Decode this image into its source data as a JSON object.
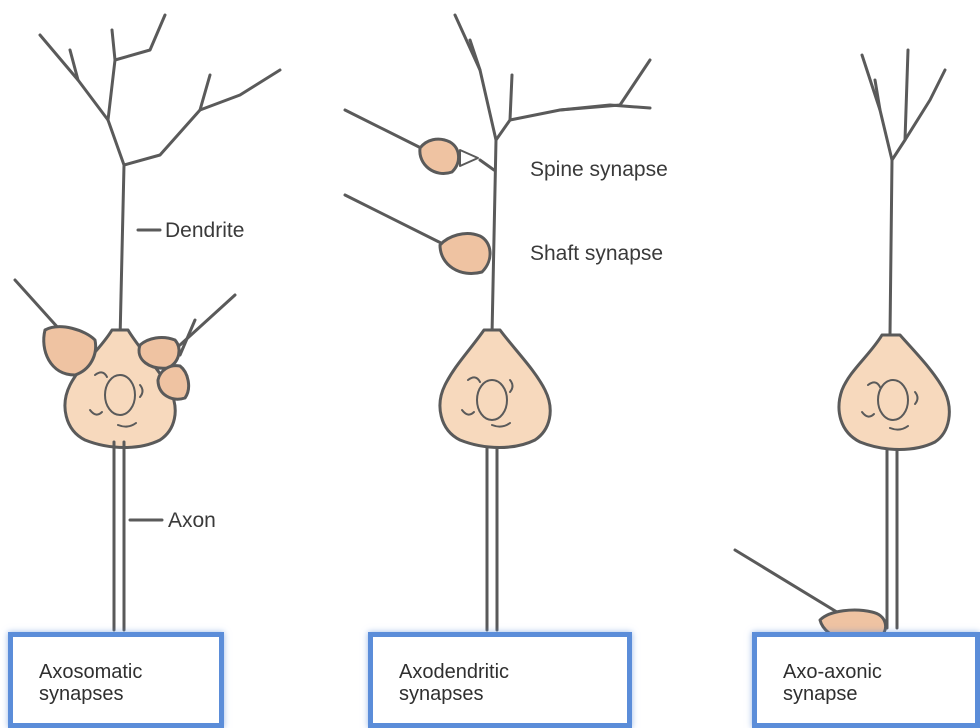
{
  "labels": {
    "dendrite": "Dendrite",
    "axon": "Axon",
    "spine_synapse": "Spine synapse",
    "shaft_synapse": "Shaft synapse"
  },
  "captions": [
    {
      "line1": "Axosomatic",
      "line2": "synapses"
    },
    {
      "line1": "Axodendritic",
      "line2": "synapses"
    },
    {
      "line1": "Axo-axonic",
      "line2": "synapse"
    }
  ],
  "colors": {
    "cell_fill": "#f7d9bd",
    "terminal_fill": "#efc3a2",
    "outline": "#5a5a5a",
    "caption_border": "#5b8dd9"
  }
}
